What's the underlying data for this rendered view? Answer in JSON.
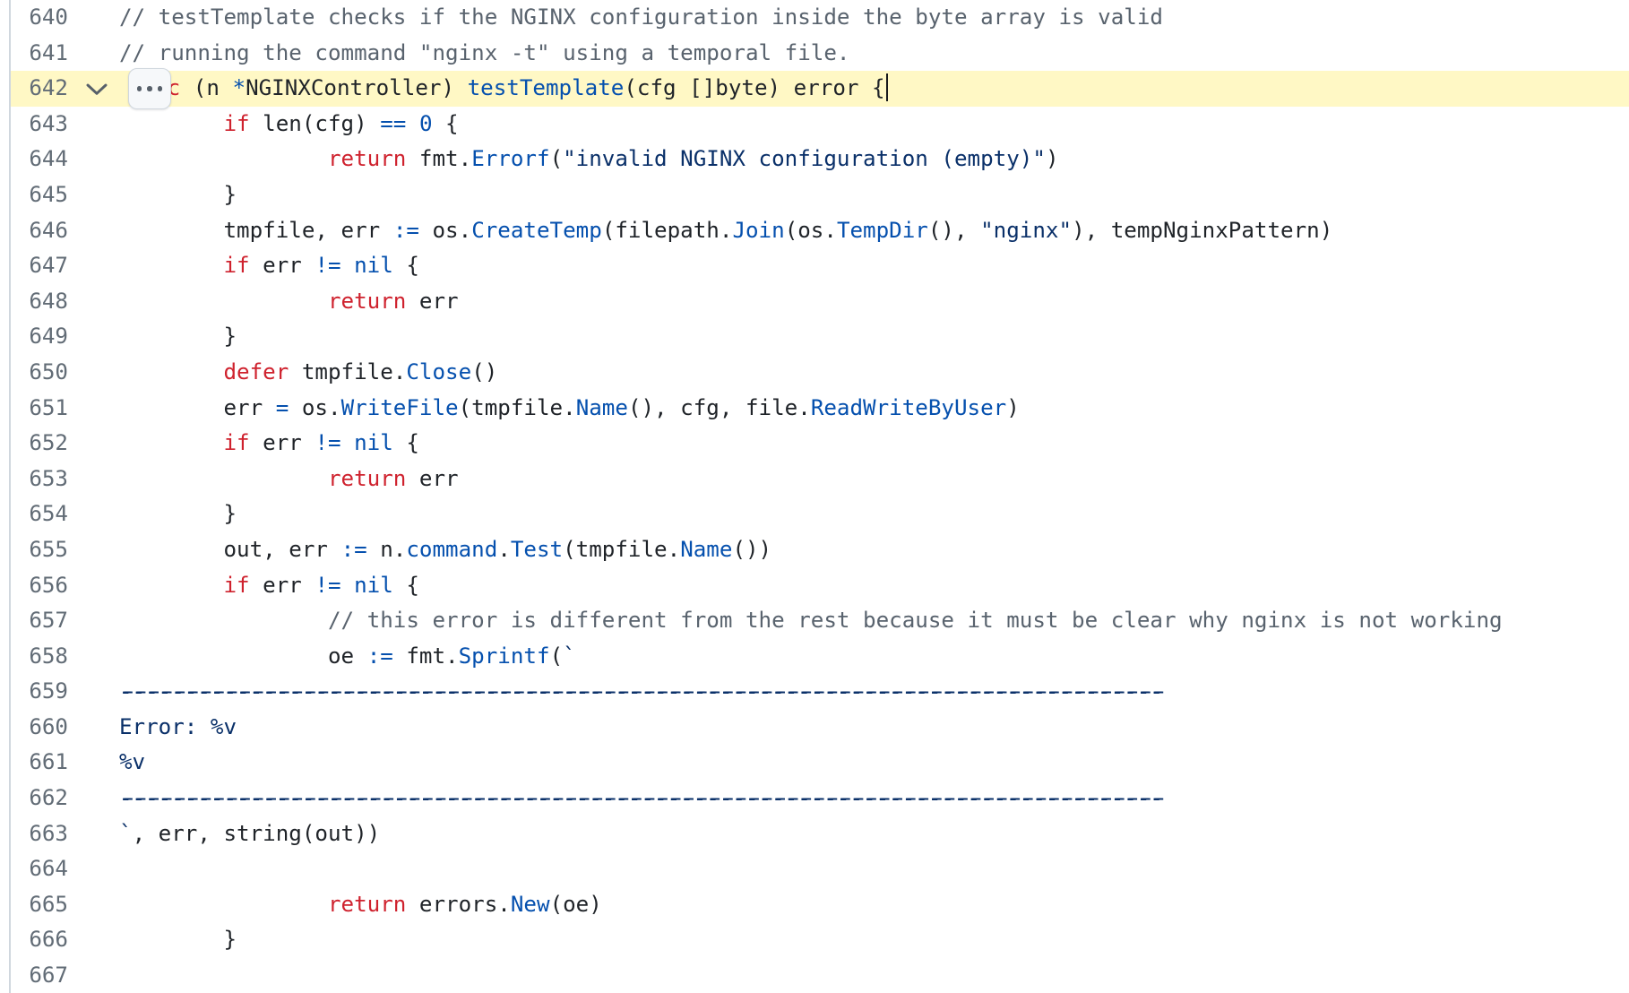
{
  "editor": {
    "background": "#ffffff",
    "gutter_border_color": "#d0d7de",
    "highlight_color": "#fff8c5",
    "token_colors": {
      "plain": "#1f2328",
      "keyword": "#cf222e",
      "entity": "#0550ae",
      "string": "#0a3069",
      "comment": "#59636e",
      "line_number": "#626c76"
    },
    "icons": {
      "fold_chevron": "chevron-down-icon",
      "ellipsis": "ellipsis-expander-icon"
    },
    "lines": [
      {
        "num": "640",
        "tokens": [
          [
            "c",
            "// testTemplate checks if the NGINX configuration inside the byte array is valid"
          ]
        ]
      },
      {
        "num": "641",
        "tokens": [
          [
            "c",
            "// running the command \"nginx -t\" using a temporal file."
          ]
        ]
      },
      {
        "num": "642",
        "highlighted": true,
        "fold_chevron": true,
        "ellipsis_button": true,
        "cursor_at_end": true,
        "tokens": [
          [
            "k",
            "func"
          ],
          [
            "p",
            " (n "
          ],
          [
            "b",
            "*"
          ],
          [
            "p",
            "NGINXController) "
          ],
          [
            "b",
            "testTemplate"
          ],
          [
            "p",
            "(cfg []byte) error {"
          ]
        ]
      },
      {
        "num": "643",
        "tokens": [
          [
            "p",
            "        "
          ],
          [
            "k",
            "if"
          ],
          [
            "p",
            " len(cfg) "
          ],
          [
            "b",
            "=="
          ],
          [
            "p",
            " "
          ],
          [
            "b",
            "0"
          ],
          [
            "p",
            " {"
          ]
        ]
      },
      {
        "num": "644",
        "tokens": [
          [
            "p",
            "                "
          ],
          [
            "k",
            "return"
          ],
          [
            "p",
            " fmt."
          ],
          [
            "b",
            "Errorf"
          ],
          [
            "p",
            "("
          ],
          [
            "s",
            "\"invalid NGINX configuration (empty)\""
          ],
          [
            "p",
            ")"
          ]
        ]
      },
      {
        "num": "645",
        "tokens": [
          [
            "p",
            "        }"
          ]
        ]
      },
      {
        "num": "646",
        "tokens": [
          [
            "p",
            "        tmpfile, err "
          ],
          [
            "b",
            ":="
          ],
          [
            "p",
            " os."
          ],
          [
            "b",
            "CreateTemp"
          ],
          [
            "p",
            "(filepath."
          ],
          [
            "b",
            "Join"
          ],
          [
            "p",
            "(os."
          ],
          [
            "b",
            "TempDir"
          ],
          [
            "p",
            "(), "
          ],
          [
            "s",
            "\"nginx\""
          ],
          [
            "p",
            "), tempNginxPattern)"
          ]
        ]
      },
      {
        "num": "647",
        "tokens": [
          [
            "p",
            "        "
          ],
          [
            "k",
            "if"
          ],
          [
            "p",
            " err "
          ],
          [
            "b",
            "!="
          ],
          [
            "p",
            " "
          ],
          [
            "b",
            "nil"
          ],
          [
            "p",
            " {"
          ]
        ]
      },
      {
        "num": "648",
        "tokens": [
          [
            "p",
            "                "
          ],
          [
            "k",
            "return"
          ],
          [
            "p",
            " err"
          ]
        ]
      },
      {
        "num": "649",
        "tokens": [
          [
            "p",
            "        }"
          ]
        ]
      },
      {
        "num": "650",
        "tokens": [
          [
            "p",
            "        "
          ],
          [
            "k",
            "defer"
          ],
          [
            "p",
            " tmpfile."
          ],
          [
            "b",
            "Close"
          ],
          [
            "p",
            "()"
          ]
        ]
      },
      {
        "num": "651",
        "tokens": [
          [
            "p",
            "        err "
          ],
          [
            "b",
            "="
          ],
          [
            "p",
            " os."
          ],
          [
            "b",
            "WriteFile"
          ],
          [
            "p",
            "(tmpfile."
          ],
          [
            "b",
            "Name"
          ],
          [
            "p",
            "(), cfg, file."
          ],
          [
            "b",
            "ReadWriteByUser"
          ],
          [
            "p",
            ")"
          ]
        ]
      },
      {
        "num": "652",
        "tokens": [
          [
            "p",
            "        "
          ],
          [
            "k",
            "if"
          ],
          [
            "p",
            " err "
          ],
          [
            "b",
            "!="
          ],
          [
            "p",
            " "
          ],
          [
            "b",
            "nil"
          ],
          [
            "p",
            " {"
          ]
        ]
      },
      {
        "num": "653",
        "tokens": [
          [
            "p",
            "                "
          ],
          [
            "k",
            "return"
          ],
          [
            "p",
            " err"
          ]
        ]
      },
      {
        "num": "654",
        "tokens": [
          [
            "p",
            "        }"
          ]
        ]
      },
      {
        "num": "655",
        "tokens": [
          [
            "p",
            "        out, err "
          ],
          [
            "b",
            ":="
          ],
          [
            "p",
            " n."
          ],
          [
            "b",
            "command"
          ],
          [
            "p",
            "."
          ],
          [
            "b",
            "Test"
          ],
          [
            "p",
            "(tmpfile."
          ],
          [
            "b",
            "Name"
          ],
          [
            "p",
            "())"
          ]
        ]
      },
      {
        "num": "656",
        "tokens": [
          [
            "p",
            "        "
          ],
          [
            "k",
            "if"
          ],
          [
            "p",
            " err "
          ],
          [
            "b",
            "!="
          ],
          [
            "p",
            " "
          ],
          [
            "b",
            "nil"
          ],
          [
            "p",
            " {"
          ]
        ]
      },
      {
        "num": "657",
        "tokens": [
          [
            "p",
            "                "
          ],
          [
            "c",
            "// this error is different from the rest because it must be clear why nginx is not working"
          ]
        ]
      },
      {
        "num": "658",
        "tokens": [
          [
            "p",
            "                oe "
          ],
          [
            "b",
            ":="
          ],
          [
            "p",
            " fmt."
          ],
          [
            "b",
            "Sprintf"
          ],
          [
            "p",
            "("
          ],
          [
            "s",
            "`"
          ]
        ]
      },
      {
        "num": "659",
        "tokens": [
          [
            "s dash",
            "--------------------------------------------------------------------------------"
          ]
        ]
      },
      {
        "num": "660",
        "tokens": [
          [
            "s",
            "Error: %v"
          ]
        ]
      },
      {
        "num": "661",
        "tokens": [
          [
            "s",
            "%v"
          ]
        ]
      },
      {
        "num": "662",
        "tokens": [
          [
            "s dash",
            "--------------------------------------------------------------------------------"
          ]
        ]
      },
      {
        "num": "663",
        "tokens": [
          [
            "s",
            "`"
          ],
          [
            "p",
            ", err, string(out))"
          ]
        ]
      },
      {
        "num": "664",
        "tokens": []
      },
      {
        "num": "665",
        "tokens": [
          [
            "p",
            "                "
          ],
          [
            "k",
            "return"
          ],
          [
            "p",
            " errors."
          ],
          [
            "b",
            "New"
          ],
          [
            "p",
            "(oe)"
          ]
        ]
      },
      {
        "num": "666",
        "tokens": [
          [
            "p",
            "        }"
          ]
        ]
      },
      {
        "num": "667",
        "tokens": []
      }
    ]
  }
}
